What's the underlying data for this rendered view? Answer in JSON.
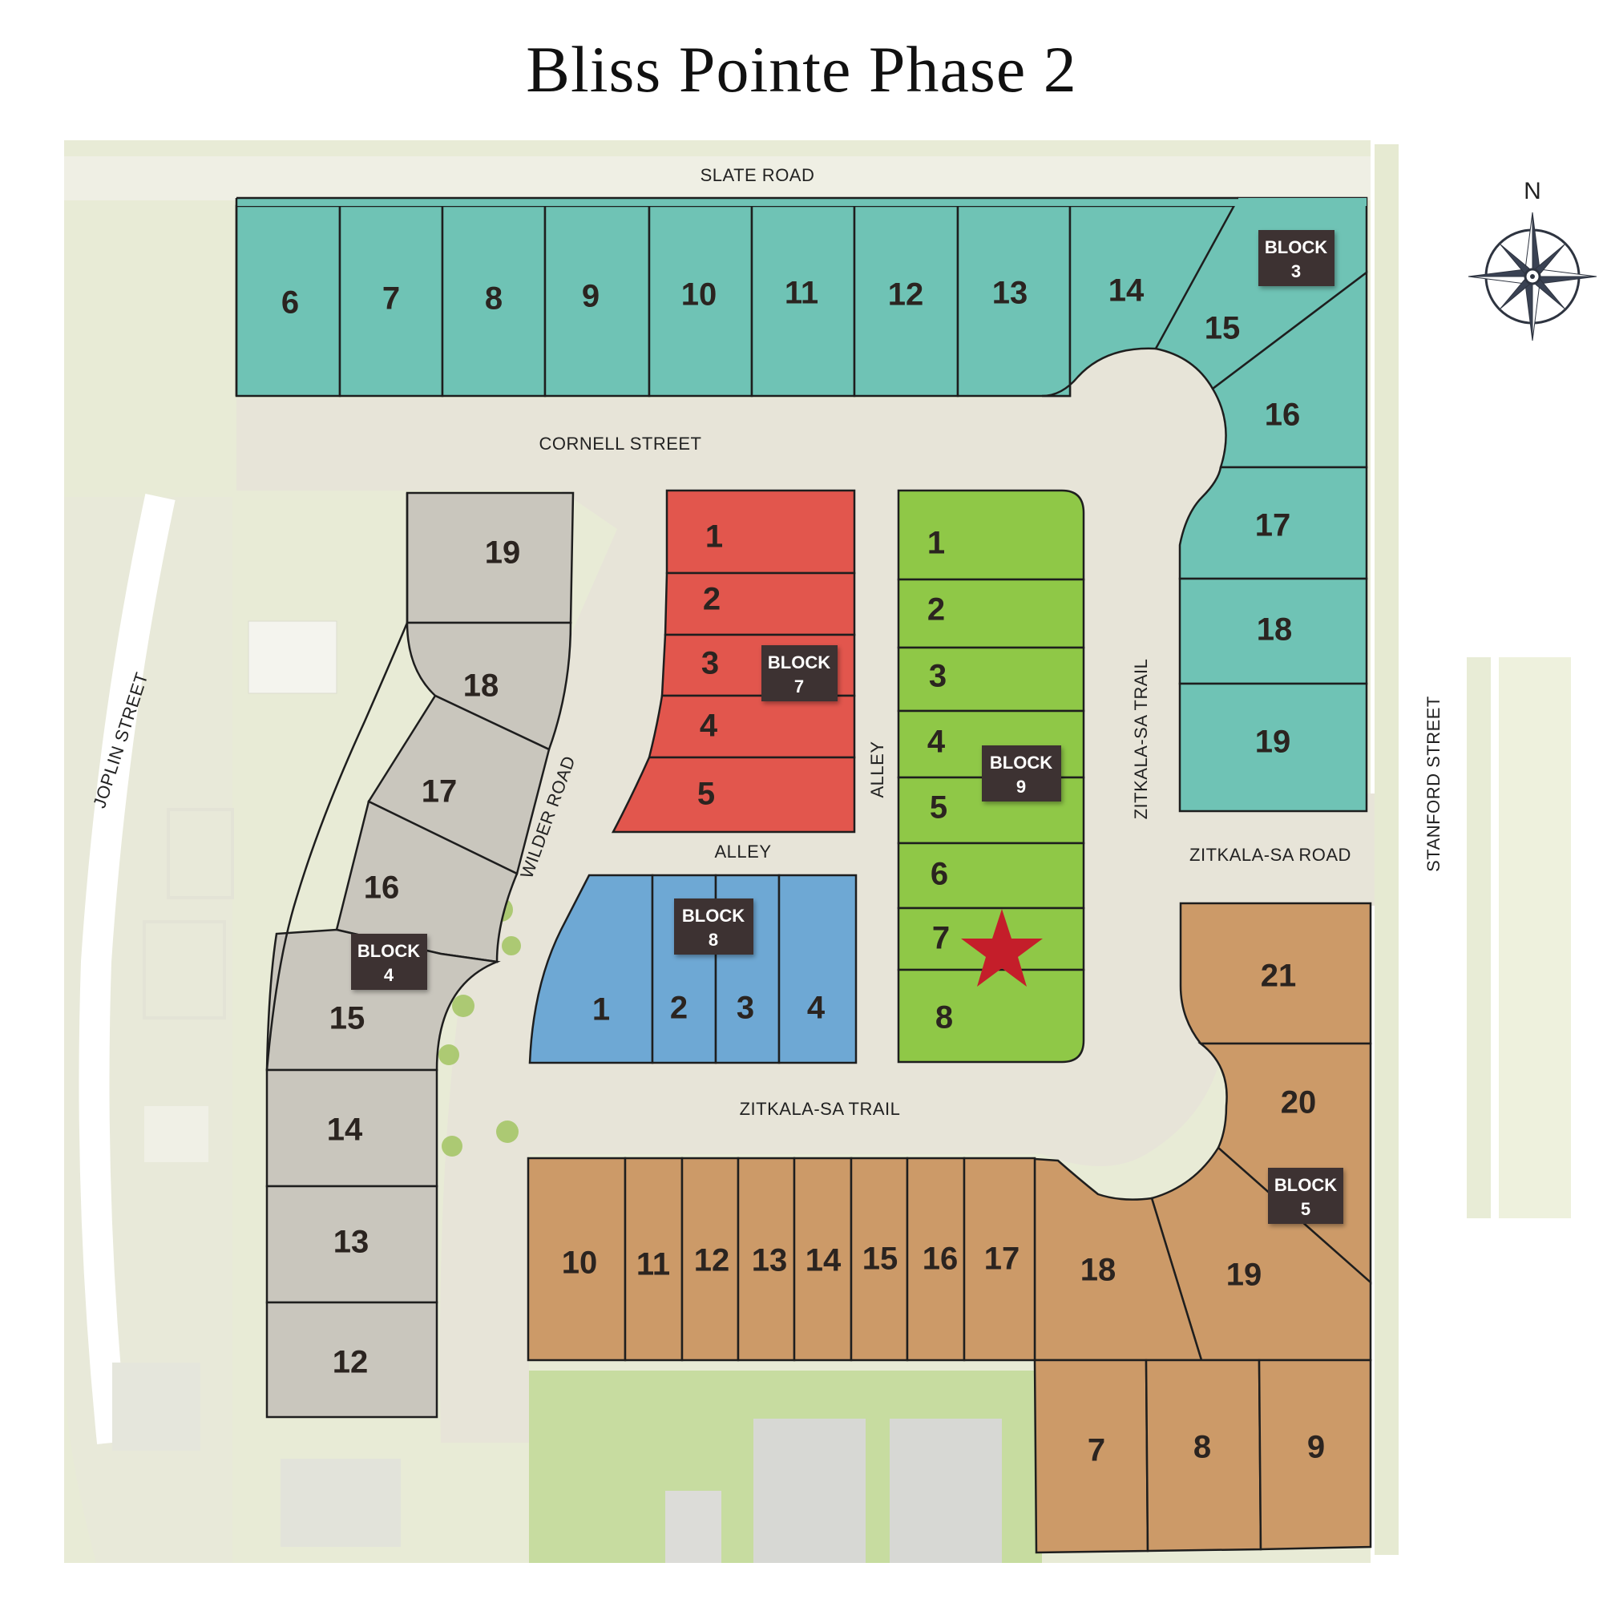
{
  "title": "Bliss Pointe Phase 2",
  "colors": {
    "block3": "#6fc3b5",
    "block4": "#c9c6bd",
    "block5": "#cc9a68",
    "block7": "#e2564d",
    "block8": "#6ea8d4",
    "block9": "#8fc847",
    "block_label_bg": "#3e3330",
    "street_bg": "#e7e4d8",
    "star": "#c41e2a"
  },
  "compass": {
    "label": "N"
  },
  "streets": {
    "slate_road": "SLATE ROAD",
    "cornell_street": "CORNELL STREET",
    "joplin_street": "JOPLIN STREET",
    "wilder_road": "WILDER ROAD",
    "alley_horizontal": "ALLEY",
    "alley_vertical": "ALLEY",
    "zitkala_sa_trail_vertical": "ZITKALA-SA TRAIL",
    "zitkala_sa_trail_horizontal": "ZITKALA-SA TRAIL",
    "zitkala_sa_road": "ZITKALA-SA ROAD",
    "stanford_street": "STANFORD STREET"
  },
  "blocks": {
    "b3": {
      "label": "BLOCK",
      "number": "3",
      "lots": [
        "6",
        "7",
        "8",
        "9",
        "10",
        "11",
        "12",
        "13",
        "14",
        "15",
        "16",
        "17",
        "18",
        "19"
      ]
    },
    "b4": {
      "label": "BLOCK",
      "number": "4",
      "lots": [
        "19",
        "18",
        "17",
        "16",
        "15",
        "14",
        "13",
        "12"
      ]
    },
    "b5": {
      "label": "BLOCK",
      "number": "5",
      "lots": [
        "21",
        "20",
        "19",
        "18",
        "17",
        "16",
        "15",
        "14",
        "13",
        "12",
        "11",
        "10",
        "7",
        "8",
        "9"
      ]
    },
    "b7": {
      "label": "BLOCK",
      "number": "7",
      "lots": [
        "1",
        "2",
        "3",
        "4",
        "5"
      ]
    },
    "b8": {
      "label": "BLOCK",
      "number": "8",
      "lots": [
        "1",
        "2",
        "3",
        "4"
      ]
    },
    "b9": {
      "label": "BLOCK",
      "number": "9",
      "lots": [
        "1",
        "2",
        "3",
        "4",
        "5",
        "6",
        "7",
        "8"
      ]
    }
  },
  "highlight": {
    "block": "9",
    "lot": "7",
    "marker": "star"
  }
}
